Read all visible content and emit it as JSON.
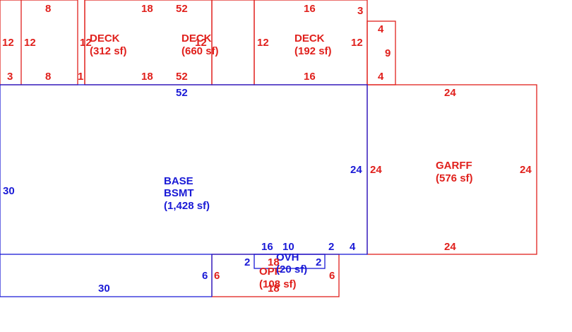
{
  "colors": {
    "red": "#e0201c",
    "blue": "#1a1ad6",
    "background": "#ffffff"
  },
  "areas": {
    "deck1": {
      "name": "DECK",
      "area": "(312 sf)"
    },
    "deck2": {
      "name": "DECK",
      "area": "(660 sf)"
    },
    "deck3": {
      "name": "DECK",
      "area": "(192 sf)"
    },
    "base": {
      "line1": "BASE",
      "line2": "BSMT",
      "area": "(1,428 sf)"
    },
    "garff": {
      "name": "GARFF",
      "area": "(576 sf)"
    },
    "ovh": {
      "name": "OVH",
      "area": "(20 sf)"
    },
    "opf": {
      "name": "OPF",
      "area": "(108 sf)"
    }
  },
  "dims": {
    "d8a": "8",
    "d18a": "18",
    "d52a": "52",
    "d16a": "16",
    "d3a": "3",
    "d12a": "12",
    "d12b": "12",
    "d12c": "12",
    "d12d": "12",
    "d12e": "12",
    "d12f": "12",
    "d4a": "4",
    "d9": "9",
    "d4b": "4",
    "d3b": "3",
    "d8b": "8",
    "d1": "1",
    "d18b": "18",
    "d52b": "52",
    "d16b": "16",
    "d52c": "52",
    "d24a": "24",
    "d30a": "30",
    "d24b": "24",
    "d24c": "24",
    "d24d": "24",
    "d16c": "16",
    "d10": "10",
    "d2a": "2",
    "d4c": "4",
    "d24e": "24",
    "d2b": "2",
    "d18c": "18",
    "d2c": "2",
    "d6a": "6",
    "d6b": "6",
    "d6c": "6",
    "d30b": "30",
    "d18d": "18"
  }
}
